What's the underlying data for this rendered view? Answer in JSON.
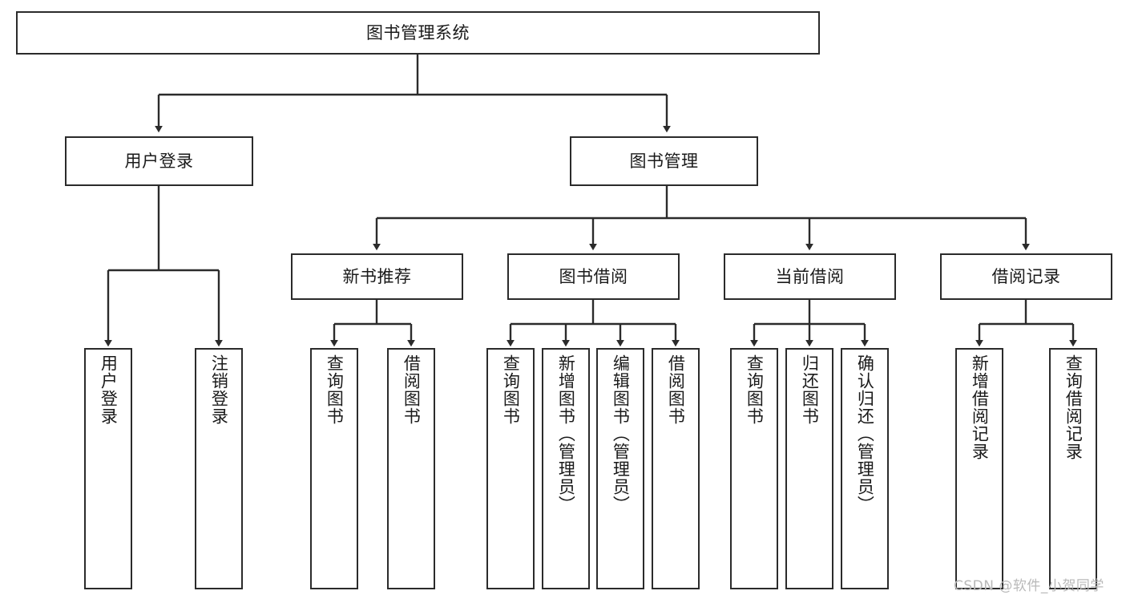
{
  "diagram": {
    "title": "图书管理系统",
    "type": "hierarchy-tree",
    "orientation": "top-down",
    "colors": {
      "box_border": "#2b2b2b",
      "box_fill": "#ffffff",
      "connector": "#2b2b2b",
      "text": "#1a1a1a",
      "background": "#ffffff",
      "watermark": "#b9b9b9"
    },
    "root": {
      "label": "图书管理系统"
    },
    "level2": [
      {
        "label": "用户登录"
      },
      {
        "label": "图书管理"
      }
    ],
    "level3": [
      {
        "label": "新书推荐"
      },
      {
        "label": "图书借阅"
      },
      {
        "label": "当前借阅"
      },
      {
        "label": "借阅记录"
      }
    ],
    "leaves": {
      "user_login": [
        {
          "label": "用户登录"
        },
        {
          "label": "注销登录"
        }
      ],
      "new_book_recommend": [
        {
          "label": "查询图书"
        },
        {
          "label": "借阅图书"
        }
      ],
      "book_borrow": [
        {
          "label": "查询图书"
        },
        {
          "label": "新增图书（管理员）"
        },
        {
          "label": "编辑图书（管理员）"
        },
        {
          "label": "借阅图书"
        }
      ],
      "current_borrow": [
        {
          "label": "查询图书"
        },
        {
          "label": "归还图书"
        },
        {
          "label": "确认归还（管理员）"
        }
      ],
      "borrow_record": [
        {
          "label": "新增借阅记录"
        },
        {
          "label": "查询借阅记录"
        }
      ]
    }
  },
  "watermark": {
    "text": "CSDN @软件_小贺同学"
  }
}
